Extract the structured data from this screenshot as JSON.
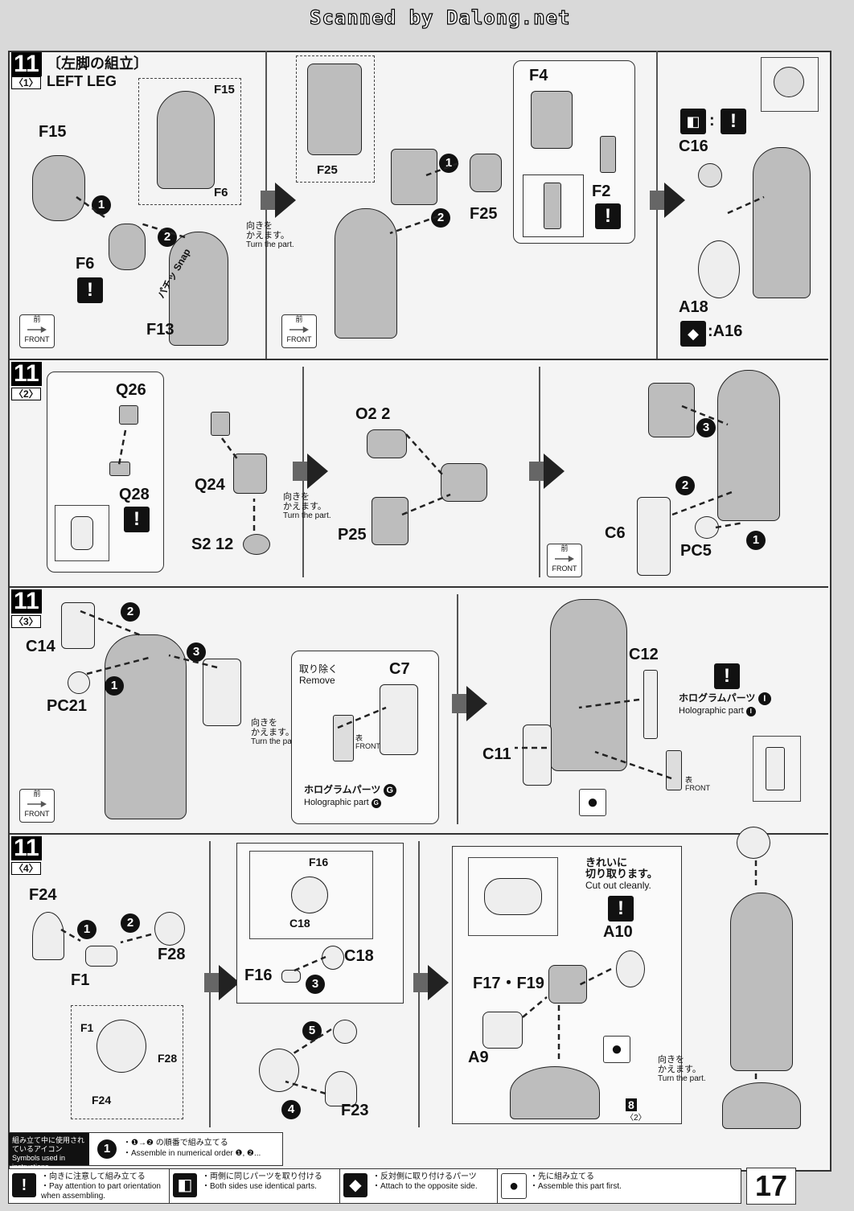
{
  "header": {
    "scanner_text": "Scanned by Dalong.net"
  },
  "step11": {
    "number": "11",
    "title_jp": "〔左脚の組立〕",
    "title_en": "LEFT LEG",
    "sub": [
      "〈1〉",
      "〈2〉",
      "〈3〉",
      "〈4〉"
    ]
  },
  "common": {
    "turn_jp": "向きを\nかえます。",
    "turn_en": "Turn the part.",
    "front_jp": "前",
    "front_en": "FRONT",
    "warn": "!"
  },
  "s1": {
    "parts": [
      "F15",
      "F15",
      "F6",
      "F6",
      "F13",
      "F25",
      "F25",
      "F4",
      "F2",
      "C16",
      "A18",
      "A16"
    ],
    "snap_jp": "パチッ",
    "snap_en": "Snap",
    "steps": [
      "1",
      "2"
    ],
    "colon": ":"
  },
  "s2": {
    "parts": [
      "Q26",
      "Q28",
      "Q24",
      "S2 12",
      "O2 2",
      "P25",
      "C6",
      "PC5"
    ],
    "steps": [
      "1",
      "2",
      "3"
    ]
  },
  "s3": {
    "parts": [
      "C14",
      "PC21",
      "C7",
      "C12",
      "C11"
    ],
    "remove_jp": "取り除く",
    "remove_en": "Remove",
    "holo_g_jp": "ホログラムパーツ",
    "holo_g_en": "Holographic part",
    "holo_i_jp": "ホログラムパーツ",
    "holo_i_en": "Holographic part",
    "omote": "表",
    "front": "FRONT",
    "steps": [
      "1",
      "2",
      "3"
    ]
  },
  "s4": {
    "parts": [
      "F24",
      "F28",
      "F1",
      "F1",
      "F28",
      "F24",
      "F16",
      "C18",
      "F16",
      "C18",
      "F23",
      "A10",
      "F17・F19",
      "A9"
    ],
    "cut_jp": "きれいに\n切り取ります。",
    "cut_en": "Cut out cleanly.",
    "ref_step": "8",
    "ref_sub": "〈2〉",
    "steps": [
      "1",
      "2",
      "3",
      "4",
      "5"
    ]
  },
  "legend": {
    "header_jp": "組み立て中に使用されているアイコン",
    "header_en": "Symbols used in instructions",
    "numerical_jp": "・❶→❷ の順番で組み立てる",
    "numerical_en": "・Assemble in numerical order ❶, ❷...",
    "items": [
      {
        "icon": "!",
        "jp": "・向きに注意して組み立てる",
        "en": "・Pay attention to part orientation when assembling."
      },
      {
        "icon": "◧",
        "jp": "・両側に同じパーツを取り付ける",
        "en": "・Both sides use identical parts."
      },
      {
        "icon": "◆",
        "jp": "・反対側に取り付けるパーツ",
        "en": "・Attach to the opposite side."
      },
      {
        "icon": "●",
        "jp": "・先に組み立てる",
        "en": "・Assemble this part first."
      }
    ]
  },
  "page_number": "17"
}
